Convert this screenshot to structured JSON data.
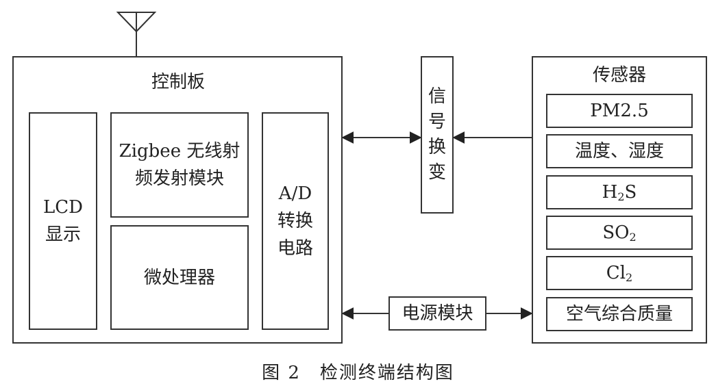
{
  "control_board": {
    "title": "控制板",
    "lcd": {
      "line1": "LCD",
      "line2": "显示"
    },
    "zigbee": {
      "line1": "Zigbee 无线射",
      "line2": "频发射模块"
    },
    "mcu": "微处理器",
    "adc": {
      "line1": "A/D",
      "line2": "转换",
      "line3": "电路"
    }
  },
  "signal_conversion": [
    "信",
    "号",
    "换",
    "变"
  ],
  "power_module": "电源模块",
  "sensors": {
    "title": "传感器",
    "items": [
      {
        "main": "PM2.5",
        "sub": "",
        "tail": ""
      },
      {
        "main": "温度、湿度",
        "sub": "",
        "tail": ""
      },
      {
        "main": "H",
        "sub": "2",
        "tail": "S"
      },
      {
        "main": "SO",
        "sub": "2",
        "tail": ""
      },
      {
        "main": "Cl",
        "sub": "2",
        "tail": ""
      },
      {
        "main": "空气综合质量",
        "sub": "",
        "tail": ""
      }
    ]
  },
  "caption": "图 2　检测终端结构图",
  "colors": {
    "line": "#333333",
    "background": "#ffffff"
  }
}
